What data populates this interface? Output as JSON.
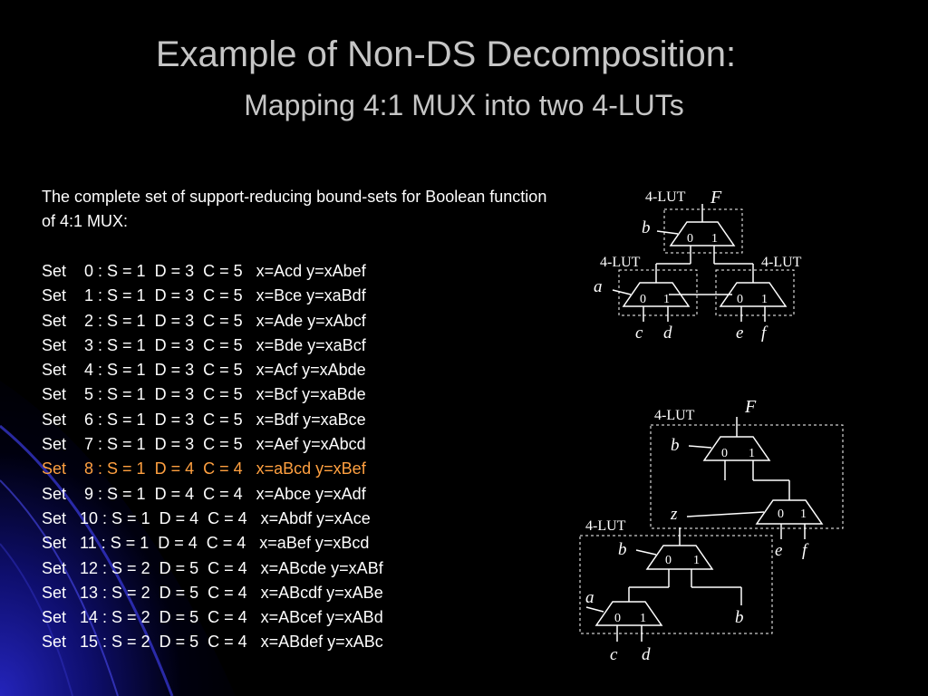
{
  "slide": {
    "title": "Example of Non-DS Decomposition:",
    "subtitle": "Mapping 4:1 MUX into two 4-LUTs",
    "intro": "The complete set of support-reducing bound-sets for Boolean function of 4:1 MUX:",
    "sets": [
      "Set    0 : S = 1  D = 3  C = 5   x=Acd y=xAbef",
      "Set    1 : S = 1  D = 3  C = 5   x=Bce y=xaBdf",
      "Set    2 : S = 1  D = 3  C = 5   x=Ade y=xAbcf",
      "Set    3 : S = 1  D = 3  C = 5   x=Bde y=xaBcf",
      "Set    4 : S = 1  D = 3  C = 5   x=Acf y=xAbde",
      "Set    5 : S = 1  D = 3  C = 5   x=Bcf y=xaBde",
      "Set    6 : S = 1  D = 3  C = 5   x=Bdf y=xaBce",
      "Set    7 : S = 1  D = 3  C = 5   x=Aef y=xAbcd",
      "Set    8 : S = 1  D = 4  C = 4   x=aBcd y=xBef",
      "Set    9 : S = 1  D = 4  C = 4   x=Abce y=xAdf",
      "Set   10 : S = 1  D = 4  C = 4   x=Abdf y=xAce",
      "Set   11 : S = 1  D = 4  C = 4   x=aBef y=xBcd",
      "Set   12 : S = 2  D = 5  C = 4   x=ABcde y=xABf",
      "Set   13 : S = 2  D = 5  C = 4   x=ABcdf y=xABe",
      "Set   14 : S = 2  D = 5  C = 4   x=ABcef y=xABd",
      "Set   15 : S = 2  D = 5  C = 4   x=ABdef y=xABc"
    ],
    "highlight_index": 8,
    "highlight_color": "#ffa040"
  },
  "diagram_top": {
    "lut_label": "4-LUT",
    "output": "F",
    "mux_select": "b",
    "left_lut_label": "4-LUT",
    "right_lut_label": "4-LUT",
    "left_select": "a",
    "input_0": "0",
    "input_1": "1",
    "leaf_c": "c",
    "leaf_d": "d",
    "leaf_e": "e",
    "leaf_f": "f"
  },
  "diagram_bottom": {
    "upper_lut_label": "4-LUT",
    "output": "F",
    "top_select": "b",
    "z_label": "z",
    "leaf_e": "e",
    "leaf_f": "f",
    "lower_lut_label": "4-LUT",
    "mid_select": "b",
    "low_select": "a",
    "side_b": "b",
    "leaf_c": "c",
    "leaf_d": "d",
    "input_0": "0",
    "input_1": "1"
  }
}
